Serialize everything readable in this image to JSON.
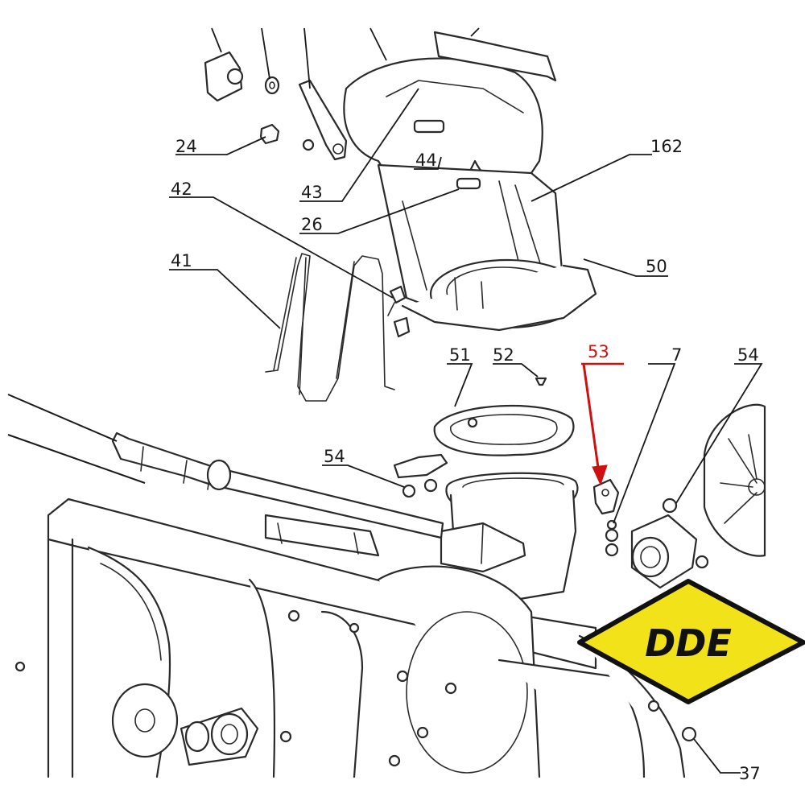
{
  "callouts": {
    "c24": "24",
    "c42": "42",
    "c41": "41",
    "c43": "43",
    "c44": "44",
    "c26": "26",
    "c162": "162",
    "c50": "50",
    "c51": "51",
    "c52": "52",
    "c53": "53",
    "c7": "7",
    "c54a": "54",
    "c54b": "54",
    "c37": "37"
  },
  "highlight_color": "#d01010",
  "logo": {
    "text": "DDE",
    "fill": "#f2e21a",
    "stroke": "#111111"
  }
}
